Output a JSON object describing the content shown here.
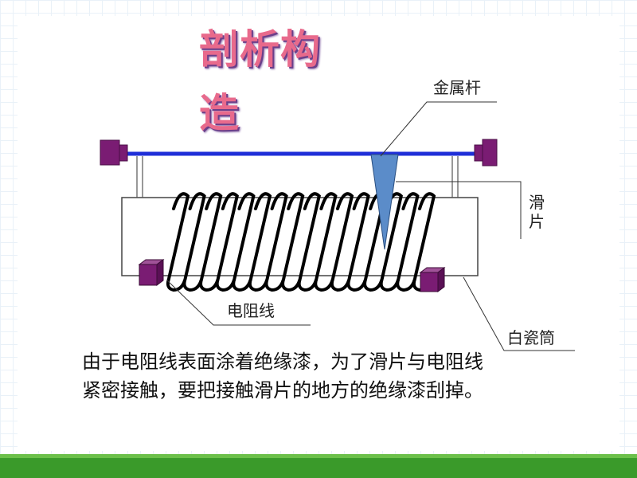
{
  "slide": {
    "title": "剖析构造",
    "labels": {
      "metal_rod": "金属杆",
      "slider": "滑片",
      "resistance_wire": "电阻线",
      "porcelain_tube": "白瓷筒"
    },
    "explanation": "由于电阻线表面涂着绝缘漆，为了滑片与电阻线紧密接触，要把接触滑片的地方的绝缘漆刮掉。"
  },
  "colors": {
    "rod": "#1f2fd8",
    "terminal": "#7a1c73",
    "slider": "#5b8cc9",
    "coil": "#000000",
    "footer": "#3a9a2a"
  }
}
